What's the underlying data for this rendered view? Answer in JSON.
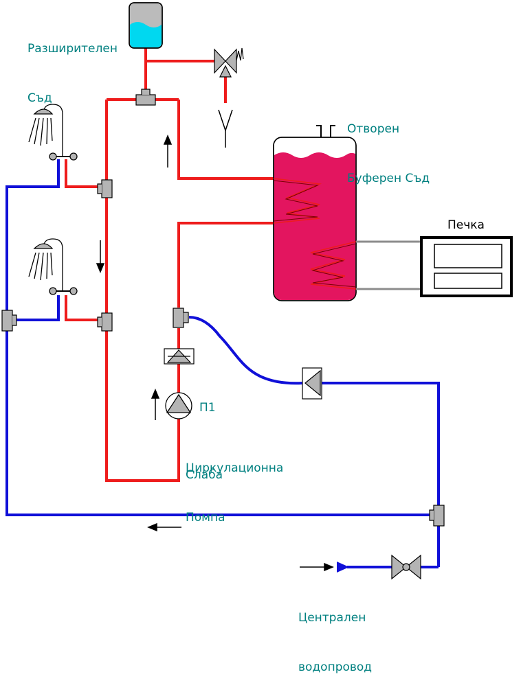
{
  "labels": {
    "expansion_vessel_line1": "Разширителен",
    "expansion_vessel_line2": "Съд",
    "buffer_tank_line1": "Отворен",
    "buffer_tank_line2": "Буферен Съд",
    "stove": "Печка",
    "pump_id": "П1",
    "pump_line1": "Циркулационна",
    "pump_line2": "Помпа",
    "weak": "Слаба",
    "water_main_line1": "Централен",
    "water_main_line2": "водопровод"
  },
  "colors": {
    "hot_pipe": "#ee1c1c",
    "cold_pipe": "#1010d8",
    "label_text": "#008080",
    "tank_water": "#e3155f",
    "vessel_water": "#00d8f0",
    "fitting_fill": "#b4b4b4",
    "stove_pipe": "#8c8c8c"
  },
  "icons": [
    "shower-icon",
    "tee-fitting-icon",
    "check-valve-icon",
    "pump-icon",
    "safety-valve-icon",
    "ball-valve-icon",
    "flow-arrow-icon",
    "drain-funnel-icon"
  ]
}
